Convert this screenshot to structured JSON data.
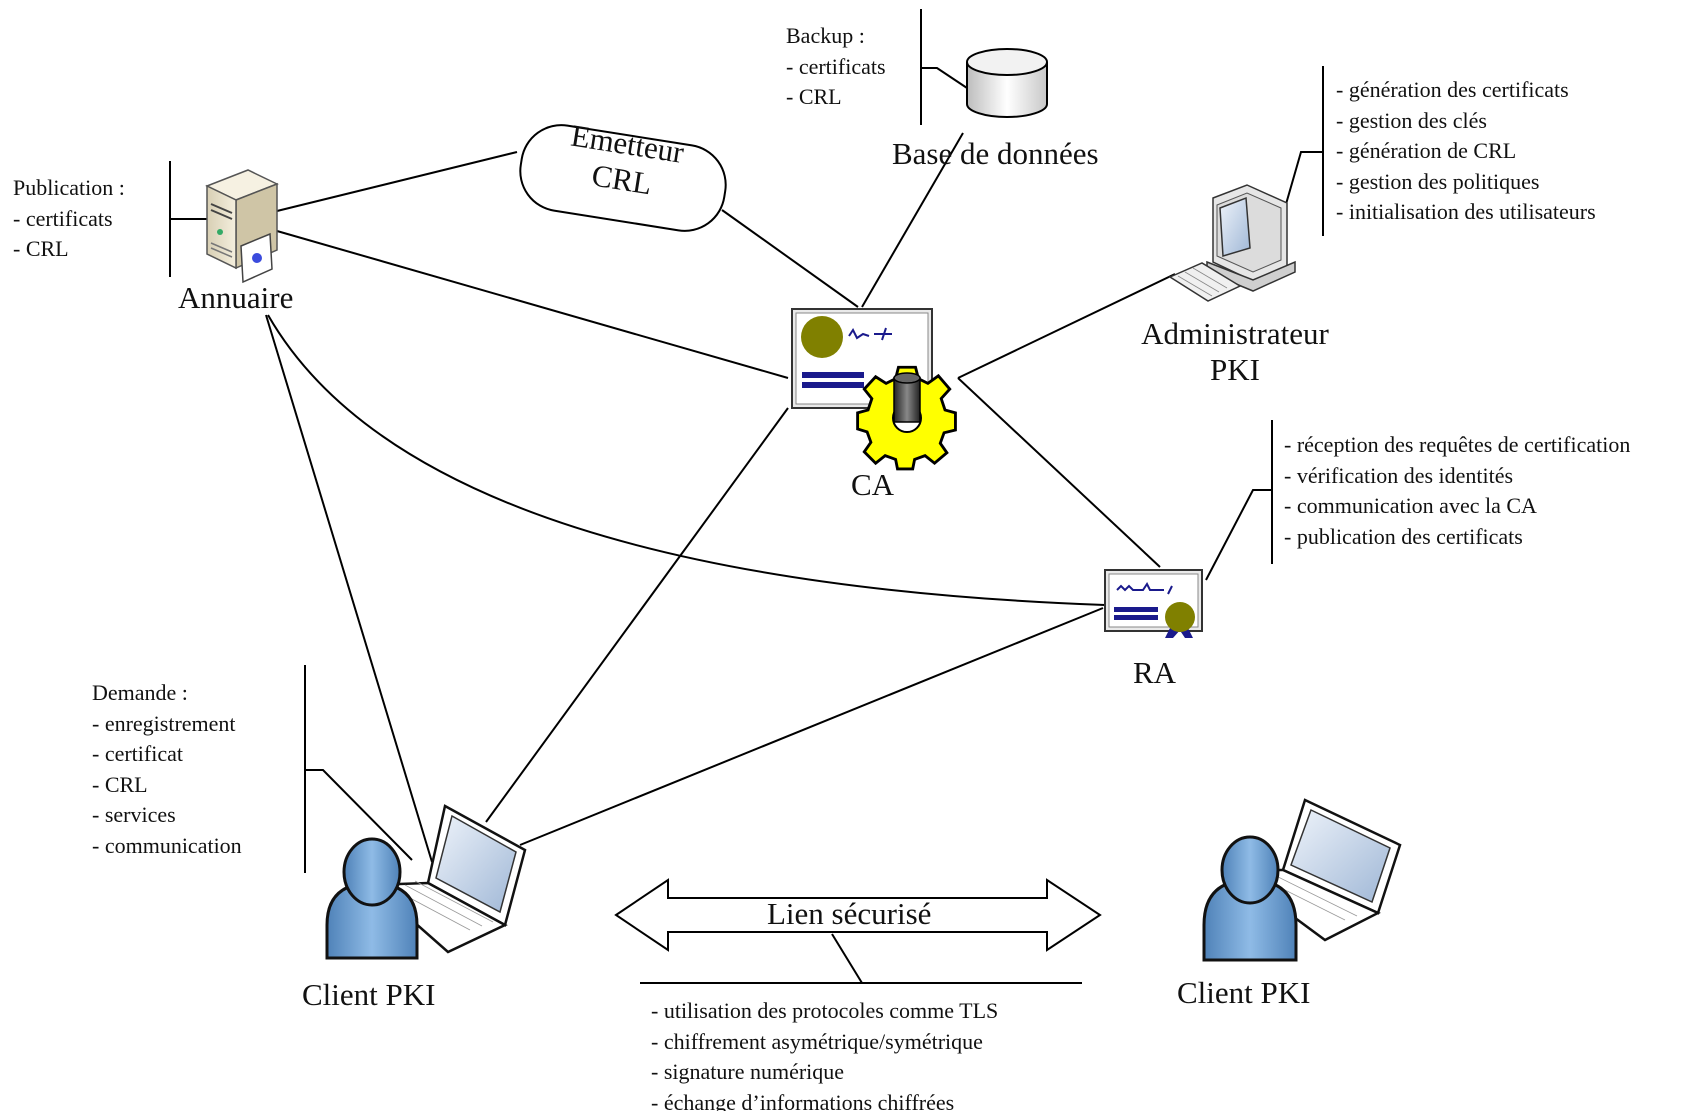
{
  "nodes": {
    "annuaire": "Annuaire",
    "emetteur": [
      "Emetteur",
      "CRL"
    ],
    "base": "Base de données",
    "admin": [
      "Administrateur",
      "PKI"
    ],
    "ca": "CA",
    "ra": "RA",
    "client_left": "Client PKI",
    "client_right": "Client PKI",
    "link": "Lien sécurisé"
  },
  "notes": {
    "publication": [
      "Publication :",
      "- certificats",
      "- CRL"
    ],
    "backup": [
      "Backup :",
      "- certificats",
      "- CRL"
    ],
    "admin": [
      "- génération des certificats",
      "- gestion des clés",
      "- génération de CRL",
      "- gestion des politiques",
      "- initialisation des utilisateurs"
    ],
    "ra": [
      "- réception des requêtes de certification",
      "- vérification des identités",
      "- communication avec la CA",
      "- publication des certificats"
    ],
    "demande": [
      "Demande :",
      "- enregistrement",
      "- certificat",
      "- CRL",
      "- services",
      "- communication"
    ],
    "link": [
      "- utilisation des protocoles comme TLS",
      "- chiffrement asymétrique/symétrique",
      "- signature numérique",
      "- échange d’informations chiffrées"
    ]
  },
  "icons": {
    "annuaire": "server-icon",
    "base": "database-icon",
    "admin": "desktop-computer-icon",
    "ca": "certificate-gear-icon",
    "ra": "certificate-seal-icon",
    "client": "user-laptop-icon",
    "link": "double-arrow-icon"
  },
  "colors": {
    "seal": "#808000",
    "text_bars": "#1a1a8c",
    "gear": "#ffff00",
    "user": "#6a9fd0"
  }
}
